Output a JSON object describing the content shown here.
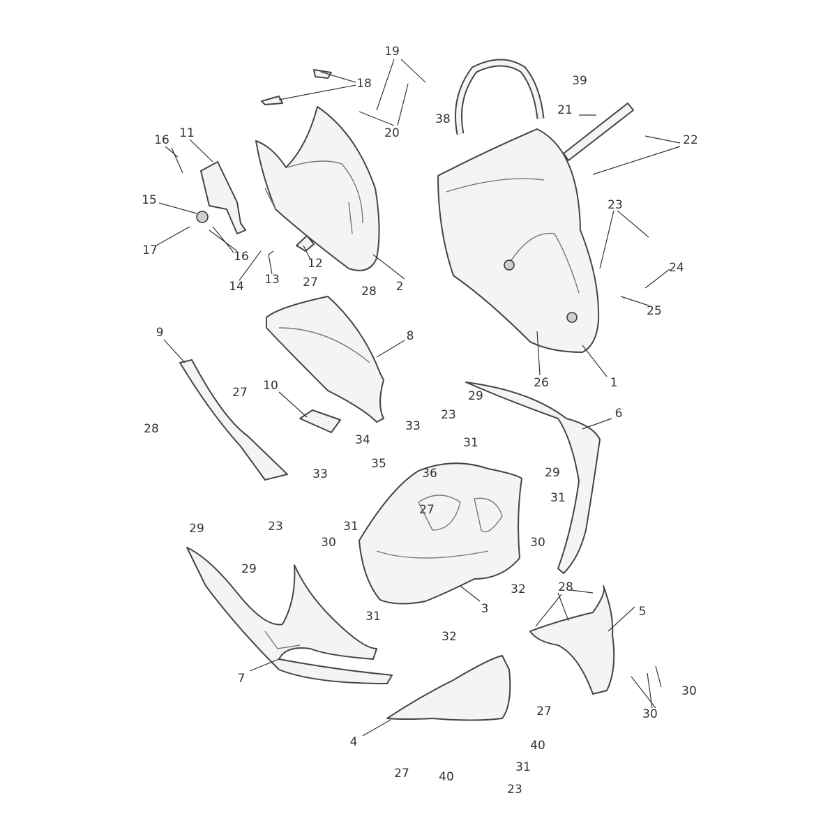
{
  "callouts": [
    "1",
    "2",
    "3",
    "4",
    "5",
    "6",
    "7",
    "8",
    "9",
    "10",
    "11",
    "12",
    "13",
    "14",
    "15",
    "16",
    "16",
    "17",
    "18",
    "19",
    "20",
    "21",
    "22",
    "23",
    "23",
    "23",
    "23",
    "24",
    "25",
    "26",
    "27",
    "27",
    "27",
    "27",
    "27",
    "28",
    "28",
    "28",
    "29",
    "29",
    "29",
    "29",
    "30",
    "30",
    "30",
    "30",
    "31",
    "31",
    "31",
    "31",
    "31",
    "32",
    "32",
    "33",
    "33",
    "34",
    "35",
    "36",
    "38",
    "39",
    "40",
    "40"
  ]
}
